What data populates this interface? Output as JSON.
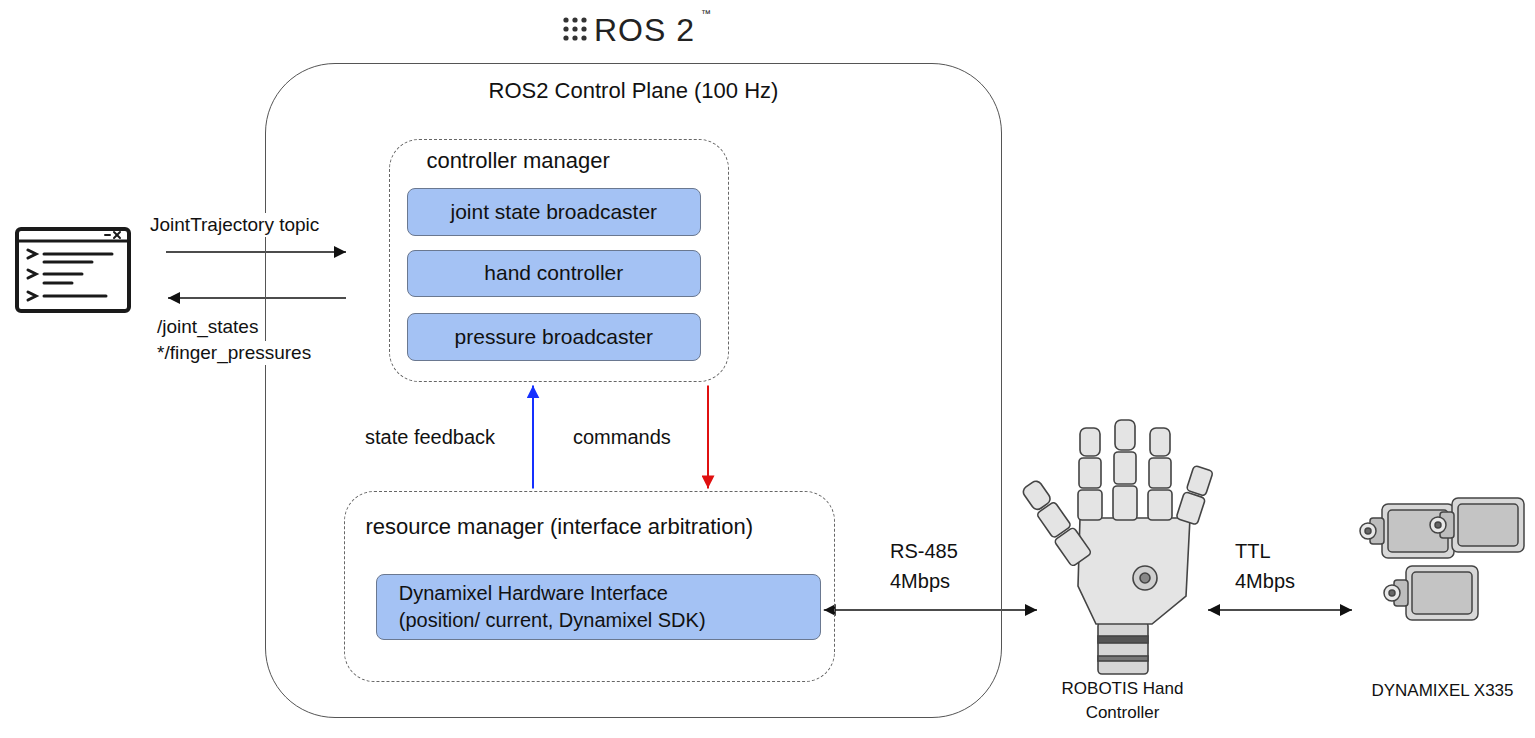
{
  "diagram": {
    "title": "ROS 2",
    "nodes": [
      {
        "text": [
          "ROS2 Control Plane (100 Hz)"
        ]
      },
      {
        "text": [
          "controller manager"
        ],
        "in": 0
      },
      {
        "text": [
          "joint state broadcaster"
        ],
        "in": 1
      },
      {
        "text": [
          "hand controller"
        ],
        "in": 1
      },
      {
        "text": [
          "pressure broadcaster"
        ],
        "in": 1
      },
      {
        "text": [
          "resource manager (interface arbitration)"
        ],
        "in": 0
      },
      {
        "text": [
          "Dynamixel Hardware Interface (position/ current, Dynamixel SDK)"
        ],
        "in": 5
      },
      {
        "text": [
          "ROBOTIS Hand Controller"
        ]
      },
      {
        "text": [
          "DYNAMIXEL X335"
        ]
      }
    ],
    "edges": [
      {
        "from": 5,
        "to": 1,
        "label": "state feedback",
        "arrow": "to"
      },
      {
        "from": 1,
        "to": 5,
        "label": "commands",
        "arrow": "to"
      },
      {
        "from": 6,
        "to": 7,
        "label": "RS-485 4Mbps",
        "arrow": "both"
      },
      {
        "from": 7,
        "to": 8,
        "label": "TTL 4Mbps",
        "arrow": "both"
      }
    ],
    "labels": [
      "™",
      "JointTrajectory topic",
      "/joint_states",
      "*/finger_pressures"
    ]
  }
}
